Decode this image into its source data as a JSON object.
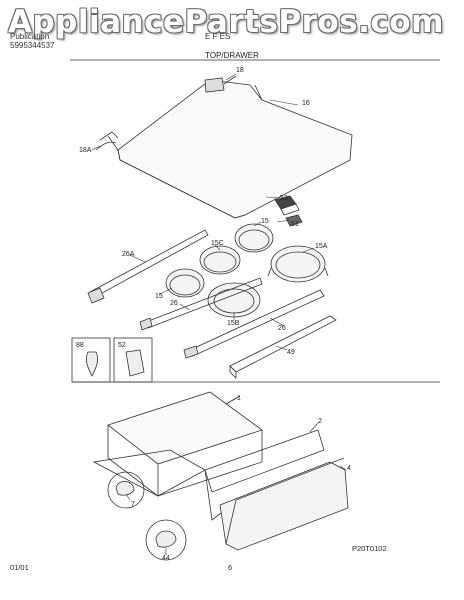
{
  "watermark": "AppliancePartsPros.com",
  "header": {
    "publication_label": "Publication",
    "publication_number": "5995344537",
    "model_fragment": "E F   ES",
    "section_title": "TOP/DRAWER"
  },
  "part_callouts": {
    "p16": "16",
    "p18": "18",
    "p18a": "18A",
    "p53": "53",
    "p51": "51",
    "p15_top": "15",
    "p15c": "15C",
    "p15a": "15A",
    "p26a": "26A",
    "p15_left": "15",
    "p26_left": "26",
    "p15b": "15B",
    "p26_right": "26",
    "p49": "49",
    "p88": "88",
    "p52": "52",
    "p1": "1",
    "p2": "2",
    "p4": "4",
    "p7": "7",
    "p44": "44"
  },
  "footer": {
    "date": "01/01",
    "page_number": "6",
    "diagram_code": "P20T0102"
  }
}
